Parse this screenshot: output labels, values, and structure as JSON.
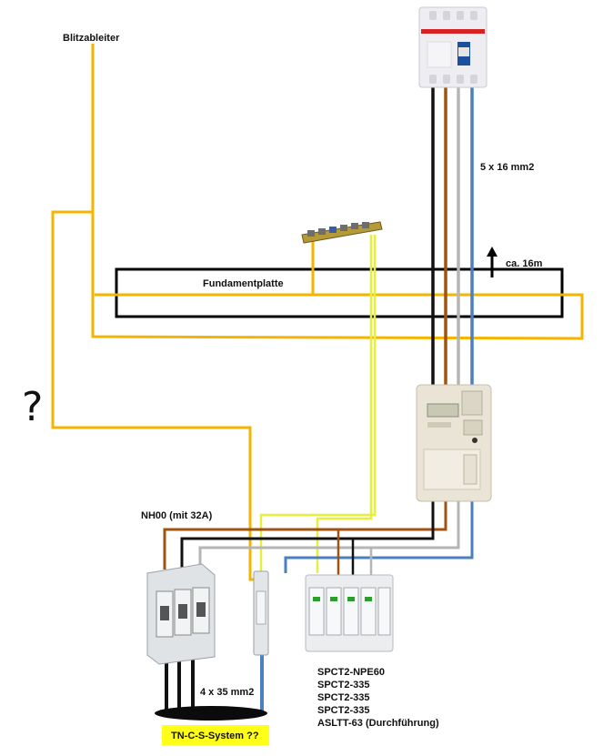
{
  "labels": {
    "lightning_rod": "Blitzableiter",
    "foundation_plate": "Fundamentplatte",
    "cable_rcd": "5 x 16 mm2",
    "distance": "ca. 16m",
    "fuse": "NH00 (mit 32A)",
    "cable_main": "4 x 35 mm2",
    "system": "TN-C-S-System ??",
    "unknown": "?"
  },
  "spd_list": [
    "SPCT2-NPE60",
    "SPCT2-335",
    "SPCT2-335",
    "SPCT2-335",
    "ASLTT-63 (Durchführung)"
  ],
  "colors": {
    "earth_yellow": "#f5b400",
    "pe_green_yellow": "#e6ef3a",
    "phase_brown": "#a0520f",
    "phase_black": "#111111",
    "phase_grey": "#b5b5b5",
    "neutral_blue": "#4a7fc1",
    "system_badge": "#ffff1a"
  }
}
